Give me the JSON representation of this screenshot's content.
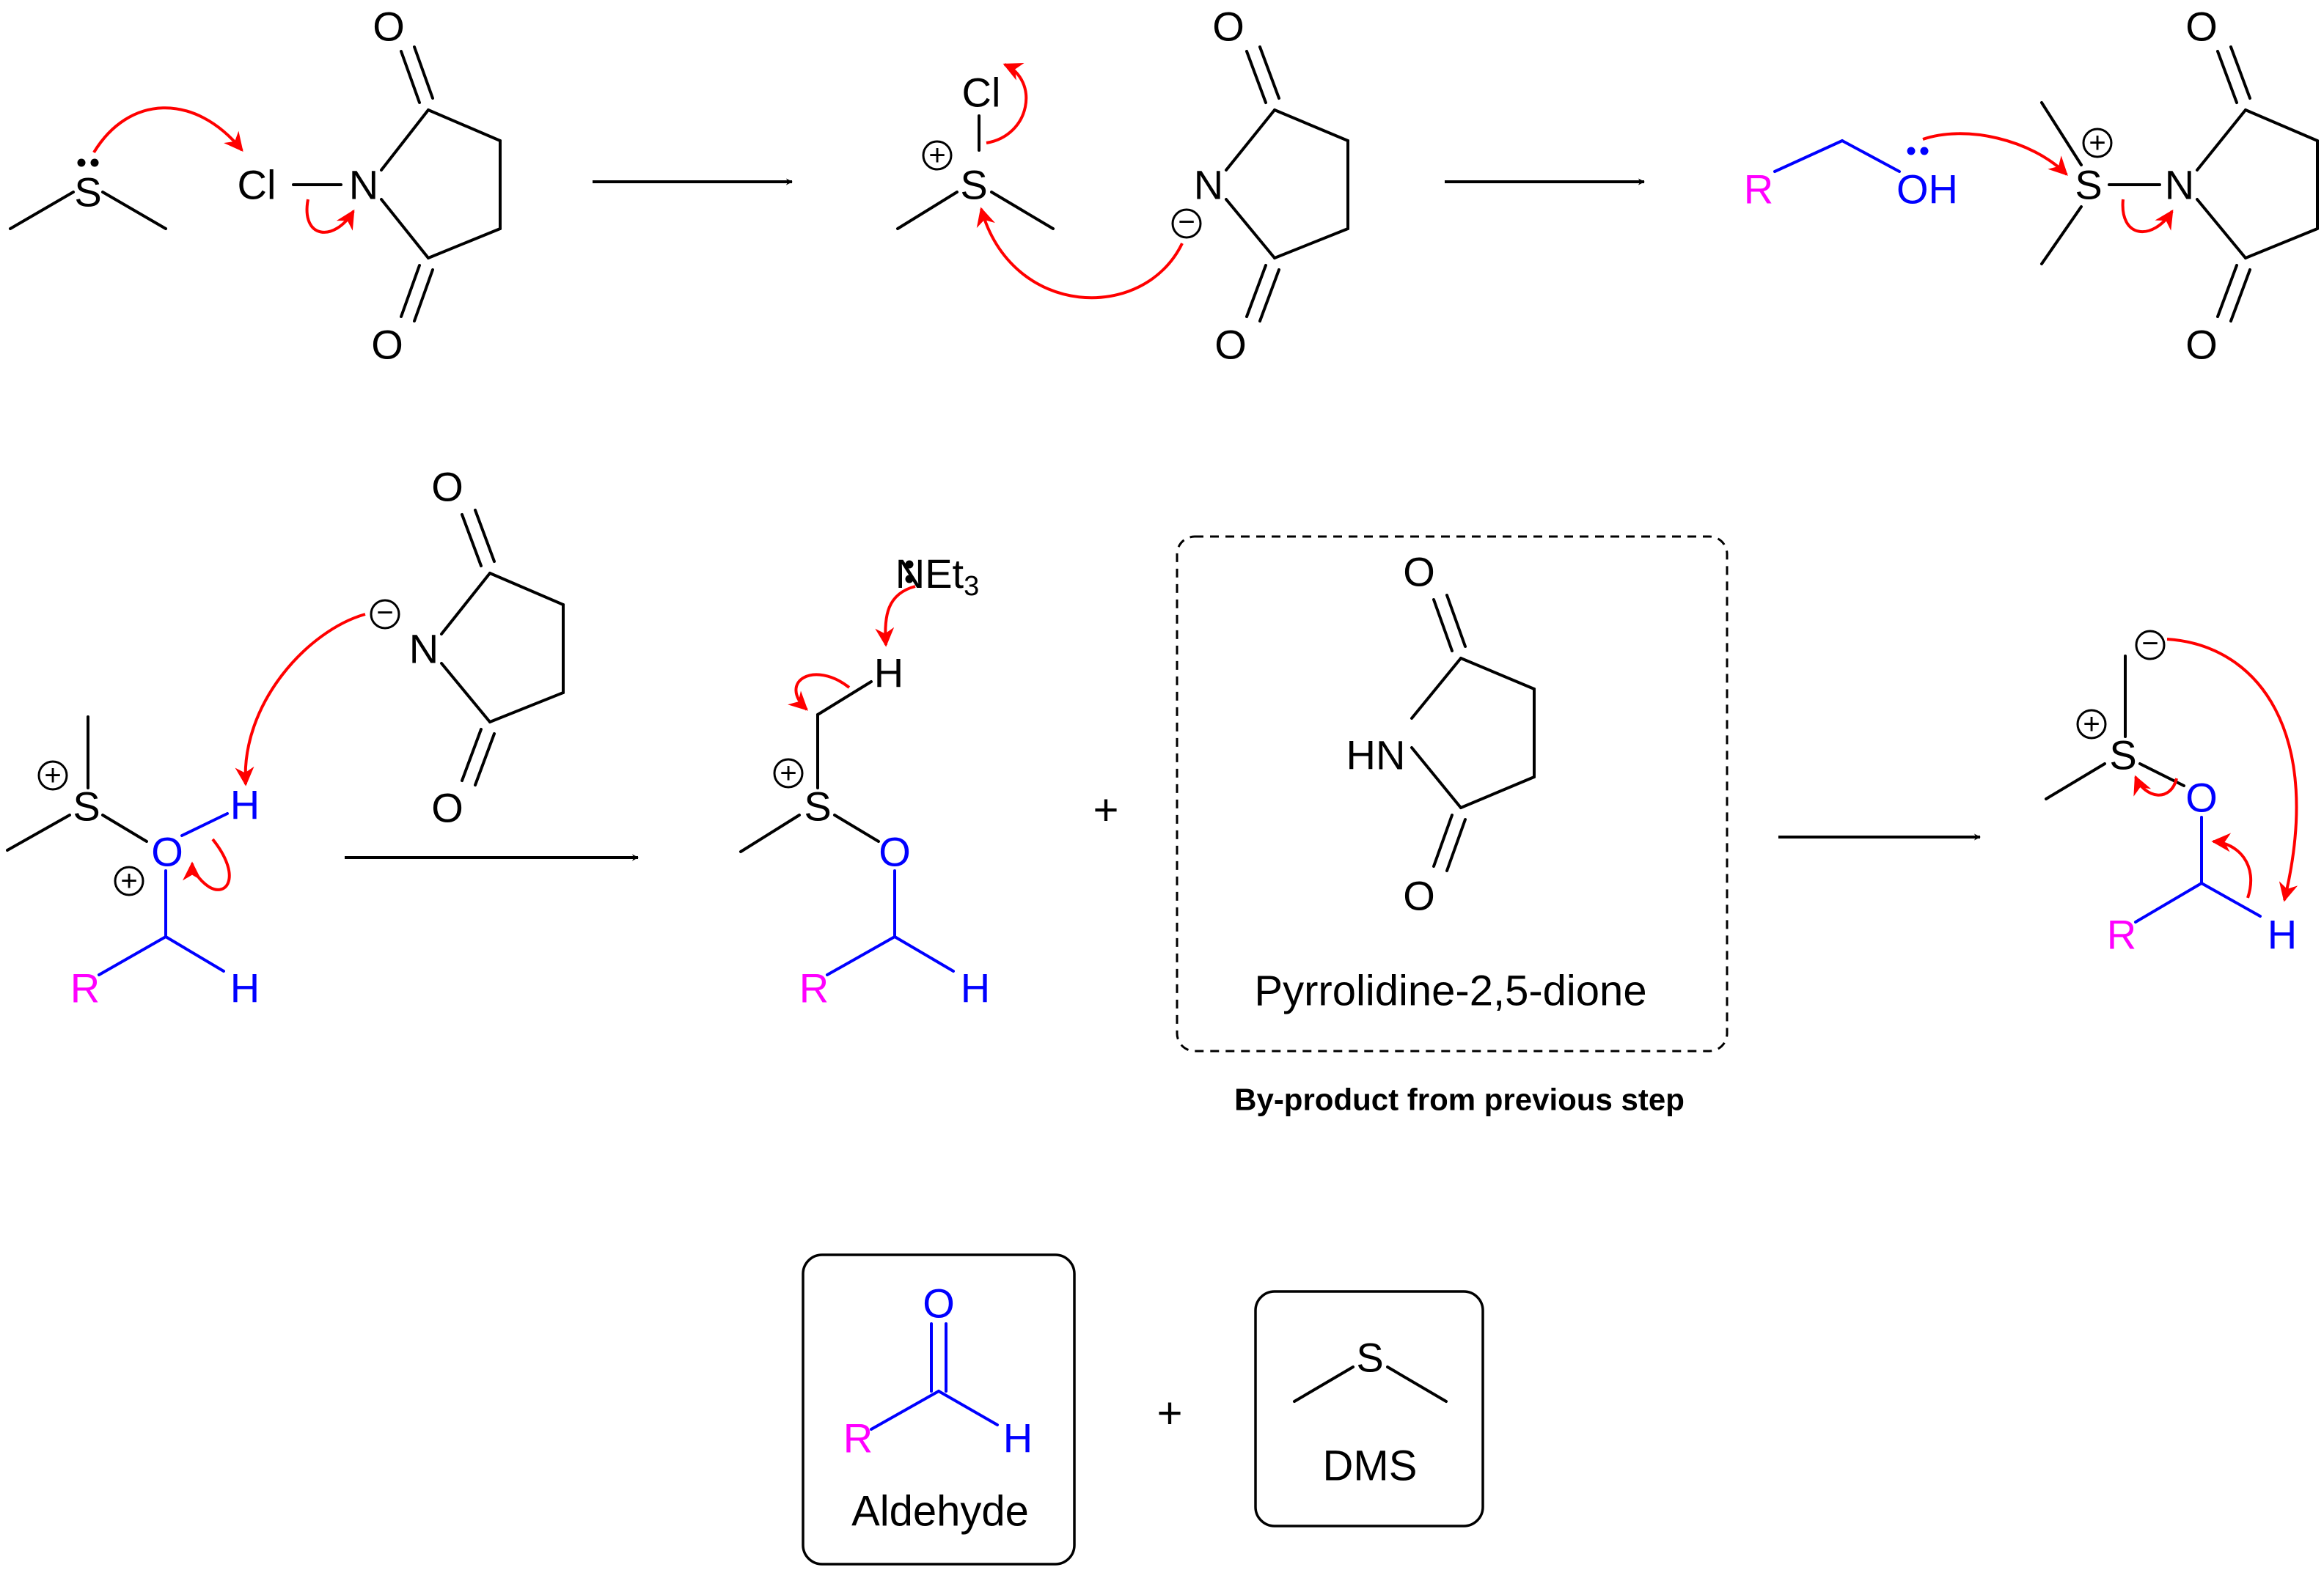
{
  "atoms": {
    "sulfur": "S",
    "chlorine": "Cl",
    "nitrogen": "N",
    "oxygen": "O",
    "hydrogen": "H",
    "r_group": "R",
    "hydroxyl": "OH",
    "imide_nh": "HN",
    "triethylamine": "NEt",
    "triethylamine_sub": "3"
  },
  "signs": {
    "plus": "+",
    "minus": "−"
  },
  "labels": {
    "byproduct_name": "Pyrrolidine-2,5-dione",
    "byproduct_note": "By-product from previous step",
    "aldehyde": "Aldehyde",
    "dms": "DMS"
  },
  "colors": {
    "curly_arrow": "#ff0000",
    "oxygen_chain": "#0000ff",
    "r_group": "#ff00ff",
    "skeleton": "#000000"
  }
}
